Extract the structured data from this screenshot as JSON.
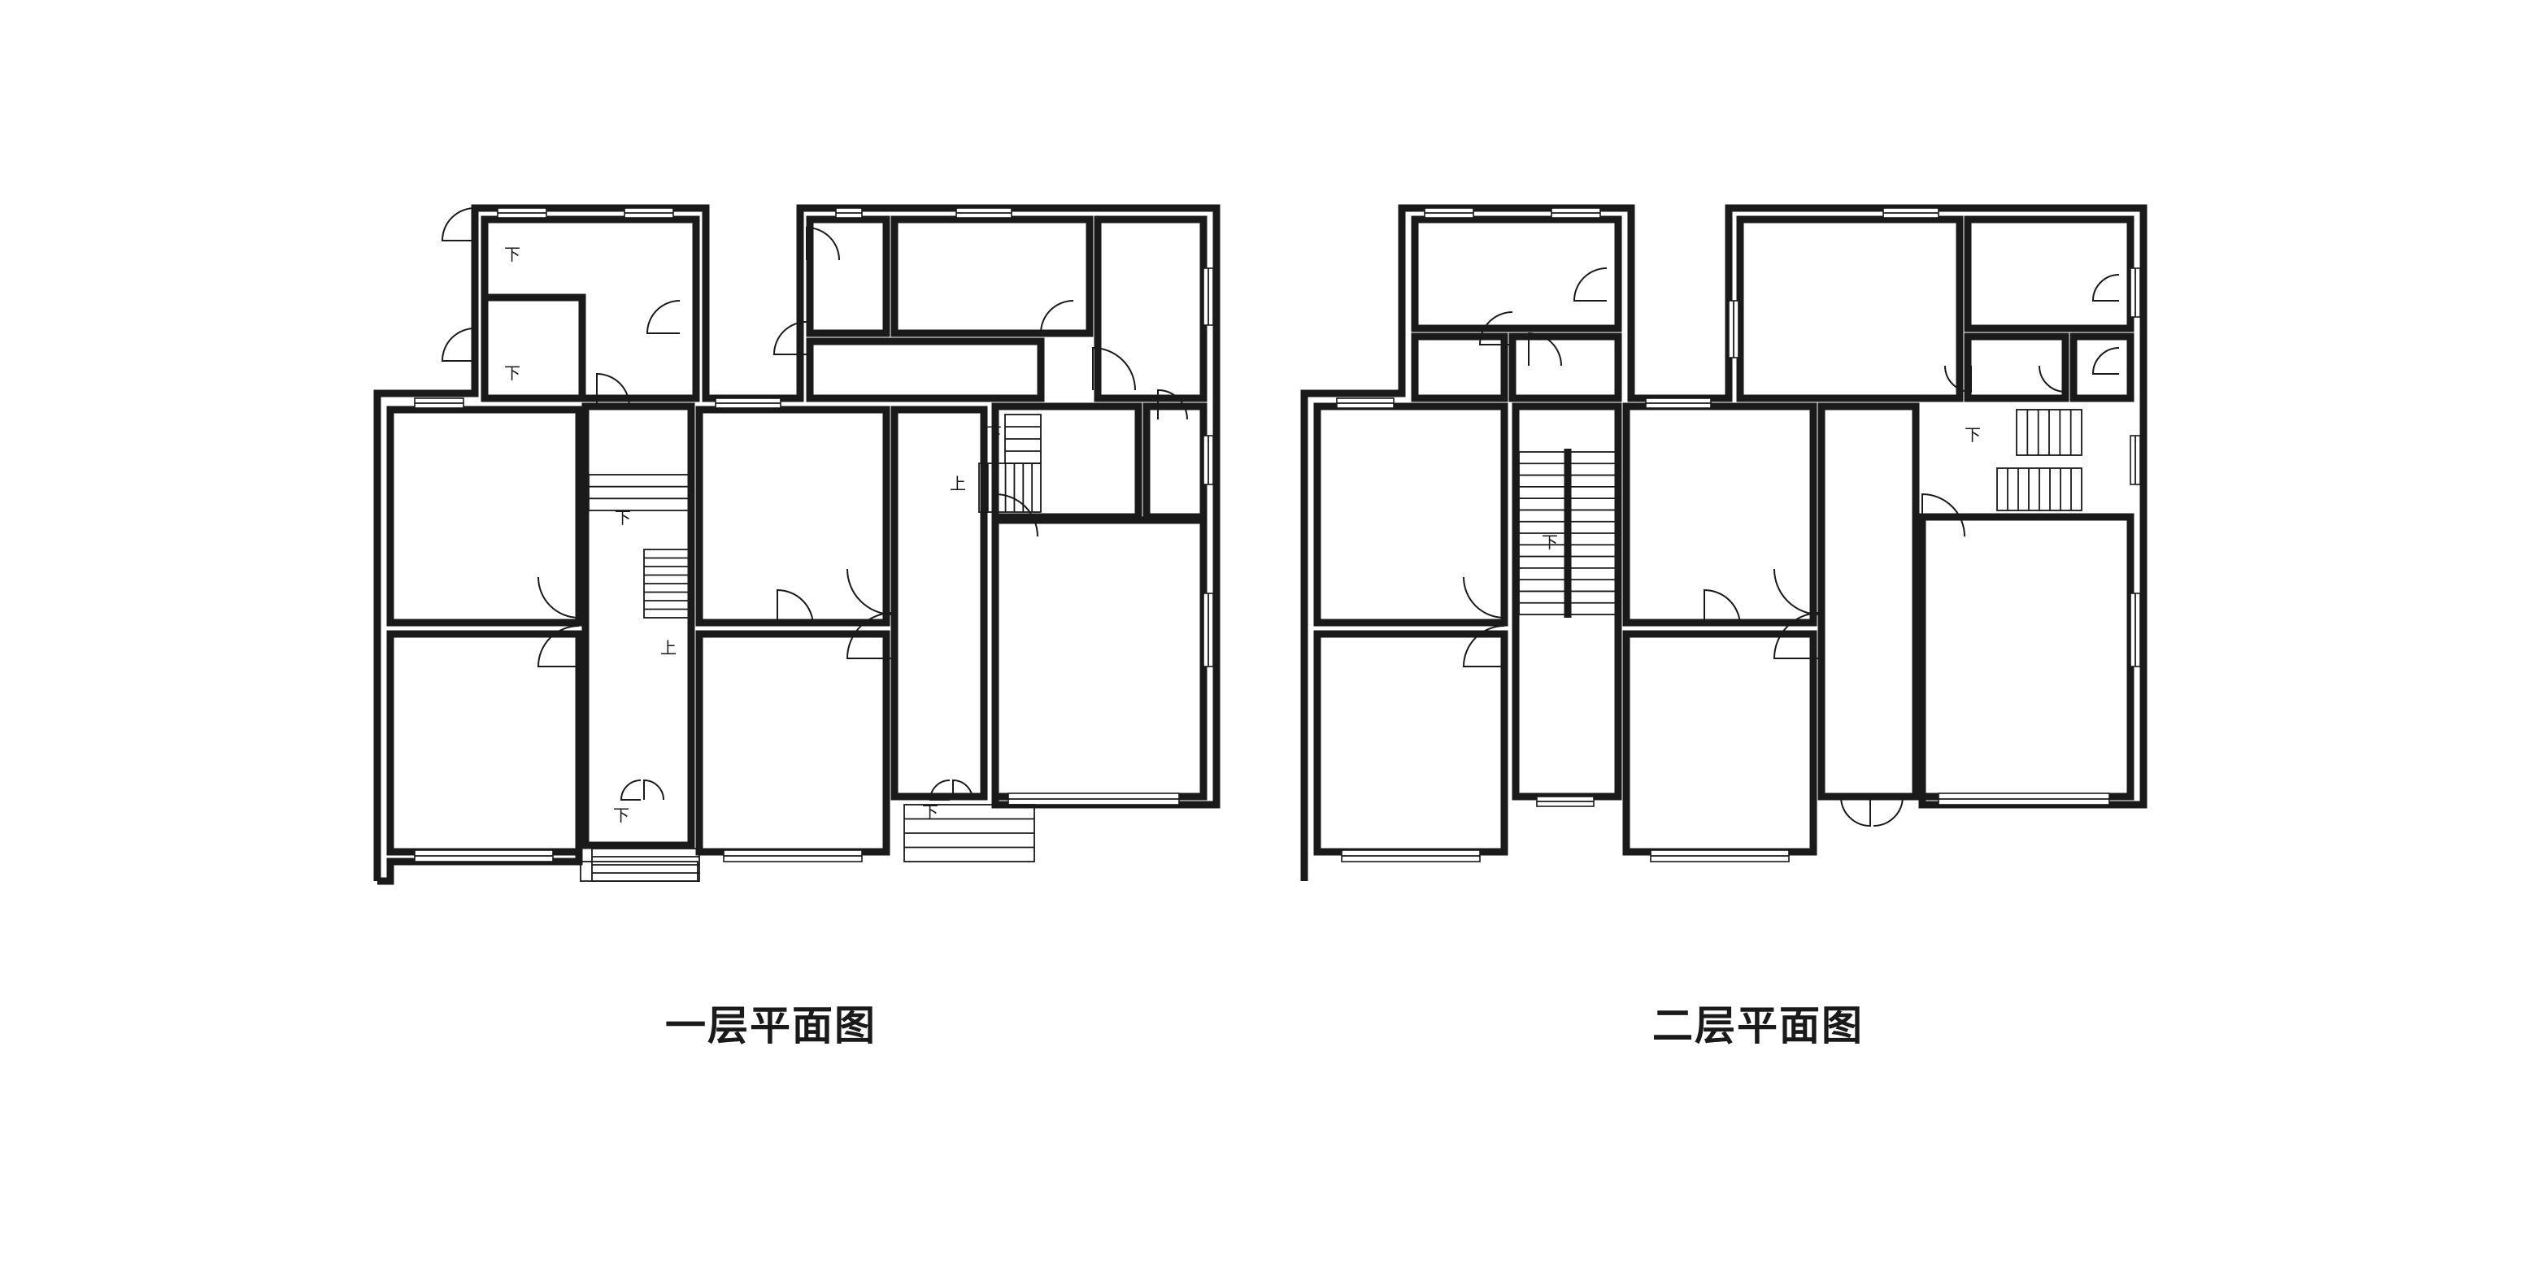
{
  "plans": [
    {
      "title": "一层平面图",
      "marks": [
        "下",
        "下",
        "下",
        "上",
        "下",
        "上",
        "下",
        "下"
      ]
    },
    {
      "title": "二层平面图",
      "marks": [
        "下",
        "下"
      ]
    }
  ],
  "colors": {
    "line": "#1a1a1a",
    "background": "#ffffff"
  }
}
